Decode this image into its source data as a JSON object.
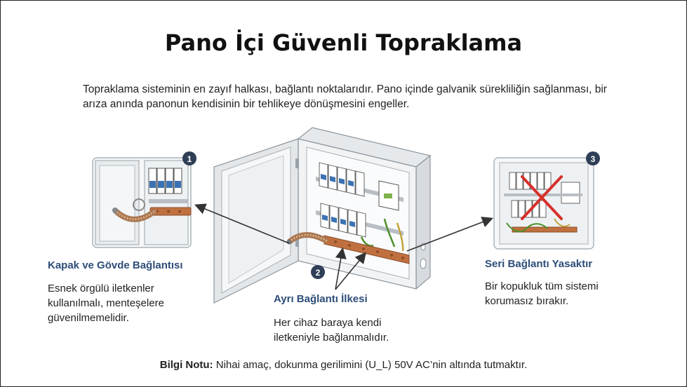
{
  "title": "Pano İçi Güvenli Topraklama",
  "intro": "Topraklama sisteminin en zayıf halkası, bağlantı noktalarıdır. Pano içinde galvanik sürekliliğin sağlanması, bir arıza anında panonun kendisinin bir tehlikeye dönüşmesini engeller.",
  "callouts": [
    {
      "number": "1",
      "heading": "Kapak ve Gövde Bağlantısı",
      "text_lines": [
        "Esnek örgülü iletkenler",
        "kullanılmalı, menteşelere",
        "güvenilmemelidir."
      ]
    },
    {
      "number": "2",
      "heading": "Ayrı Bağlantı İlkesi",
      "text_lines": [
        "Her cihaz baraya kendi",
        "iletkeniyle bağlanmalıdır."
      ]
    },
    {
      "number": "3",
      "heading": "Seri Bağlantı Yasaktır",
      "text_lines": [
        "Bir kopukluk tüm sistemi",
        "korumasız bırakır."
      ]
    }
  ],
  "note": {
    "label": "Bilgi Notu:",
    "text": " Nihai amaç, dokunma gerilimini (U_L) 50V AC’nin altında tutmaktır."
  },
  "colors": {
    "heading": "#2d4d78",
    "badge": "#2f3f57",
    "copper": "#c0703f",
    "cross": "#d6312b",
    "braid": "#b8825a"
  }
}
